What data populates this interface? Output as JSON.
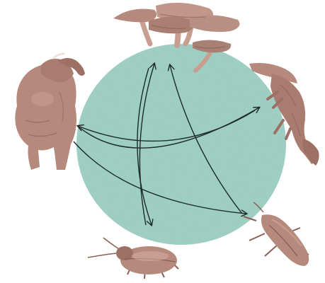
{
  "palette": {
    "background": "#ffffff",
    "disc_fill": "#9dcfc3",
    "disc_texture": "#86bfb1",
    "organism_fill": "#b58a7c",
    "organism_shade": "#8a5f55",
    "organism_light": "#d8b3a6",
    "arrow_stroke": "#1e2a27"
  },
  "figure": {
    "organisms": [
      {
        "id": "mushrooms",
        "icon": "mushroom-cluster-icon",
        "position": "top"
      },
      {
        "id": "elephant",
        "icon": "elephant-icon",
        "position": "left"
      },
      {
        "id": "fox",
        "icon": "fox-icon",
        "position": "right"
      },
      {
        "id": "beetle",
        "icon": "beetle-icon",
        "position": "bottom"
      },
      {
        "id": "cockroach",
        "icon": "cockroach-icon",
        "position": "bottom-right"
      }
    ],
    "arrows": 6
  }
}
